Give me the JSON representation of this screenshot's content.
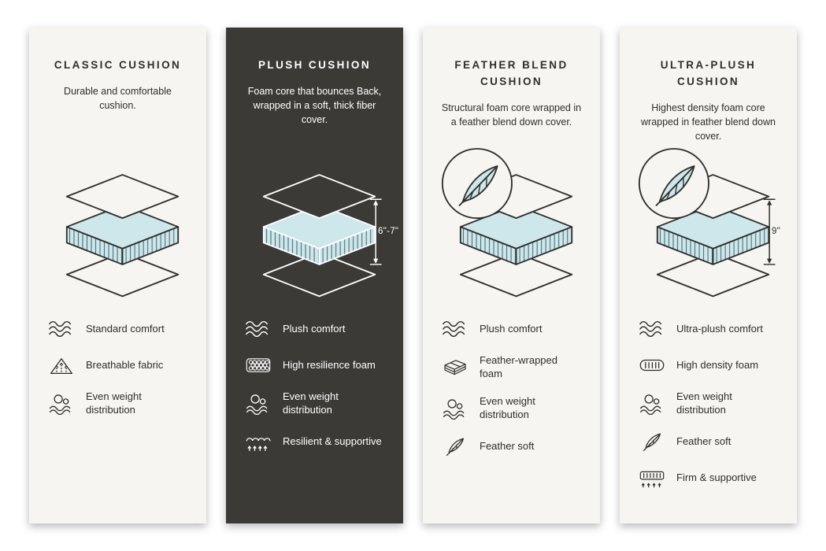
{
  "colors": {
    "page_bg": "#ffffff",
    "card_light_bg": "#f6f5f2",
    "card_dark_bg": "#3b3a37",
    "text_dark": "#2f2e2c",
    "text_light": "#ffffff",
    "foam_fill": "#cde7eb",
    "foam_stripe": "#4f6f79"
  },
  "cards": [
    {
      "theme": "light",
      "title": "CLASSIC CUSHION",
      "description": "Durable and comfortable cushion.",
      "illustration": {
        "name": "cushion-stack",
        "feather_badge": false,
        "measurement": ""
      },
      "features": [
        {
          "icon": "comfort-wave-icon",
          "label": "Standard comfort"
        },
        {
          "icon": "breathable-fabric-icon",
          "label": "Breathable fabric"
        },
        {
          "icon": "even-weight-icon",
          "label": "Even weight distribution"
        }
      ]
    },
    {
      "theme": "dark",
      "title": "PLUSH CUSHION",
      "description": "Foam core that bounces Back, wrapped in a soft, thick fiber cover.",
      "illustration": {
        "name": "cushion-stack",
        "feather_badge": false,
        "measurement": "6\"-7\""
      },
      "features": [
        {
          "icon": "comfort-wave-icon",
          "label": "Plush comfort"
        },
        {
          "icon": "high-resilience-foam-icon",
          "label": "High resilience foam"
        },
        {
          "icon": "even-weight-icon",
          "label": "Even weight distribution"
        },
        {
          "icon": "resilient-supportive-icon",
          "label": "Resilient & supportive"
        }
      ]
    },
    {
      "theme": "light",
      "title": "FEATHER BLEND CUSHION",
      "description": "Structural foam core wrapped in a feather blend down cover.",
      "illustration": {
        "name": "cushion-stack",
        "feather_badge": true,
        "measurement": ""
      },
      "features": [
        {
          "icon": "comfort-wave-icon",
          "label": "Plush comfort"
        },
        {
          "icon": "feather-wrapped-foam-icon",
          "label": "Feather-wrapped foam"
        },
        {
          "icon": "even-weight-icon",
          "label": "Even weight distribution"
        },
        {
          "icon": "feather-soft-icon",
          "label": "Feather soft"
        }
      ]
    },
    {
      "theme": "light",
      "title": "ULTRA-PLUSH CUSHION",
      "description": "Highest density foam core wrapped in feather blend down cover.",
      "illustration": {
        "name": "cushion-stack",
        "feather_badge": true,
        "measurement": "9\""
      },
      "features": [
        {
          "icon": "comfort-wave-icon",
          "label": "Ultra-plush comfort"
        },
        {
          "icon": "high-density-foam-icon",
          "label": "High density foam"
        },
        {
          "icon": "even-weight-icon",
          "label": "Even weight distribution"
        },
        {
          "icon": "feather-soft-icon",
          "label": "Feather soft"
        },
        {
          "icon": "firm-supportive-icon",
          "label": "Firm & supportive"
        }
      ]
    }
  ]
}
